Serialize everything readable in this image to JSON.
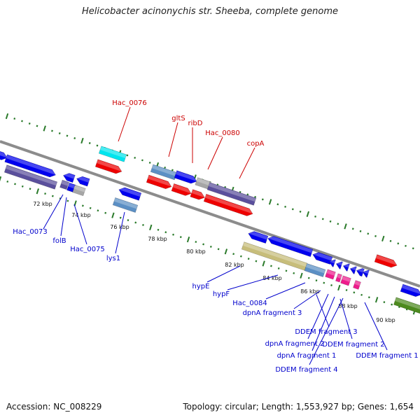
{
  "title": "Helicobacter acinonychis str. Sheeba, complete genome",
  "footer": {
    "accession": "Accession: NC_008229",
    "summary": "Topology: circular; Length: 1,553,927 bp; Genes: 1,654"
  },
  "colors": {
    "backbone": "#8c8c8c",
    "tick": "#2a7a2a",
    "forward_label": "#cc0000",
    "reverse_label": "#0000cc",
    "cds_blue": "#0000ee",
    "cds_red": "#ee0000",
    "cds_cyan": "#00e5ee",
    "cds_steel": "#5b8fc4",
    "cds_slate": "#5a4f9c",
    "cds_khaki": "#c7bd7a",
    "cds_magenta": "#ee1c8c",
    "cds_olive": "#4d8a1e",
    "cds_gray": "#a6a6a6"
  },
  "scale_labels": [
    "72 kbp",
    "74 kbp",
    "76 kbp",
    "78 kbp",
    "80 kbp",
    "82 kbp",
    "84 kbp",
    "86 kbp",
    "88 kbp",
    "90 kbp"
  ],
  "forward_labels": [
    "Hac_0076",
    "gltS",
    "ribD",
    "Hac_0080",
    "copA"
  ],
  "reverse_labels": [
    "Hac_0073",
    "folB",
    "Hac_0075",
    "lys1",
    "hypE",
    "hypF",
    "Hac_0084",
    "dpnA fragment 3",
    "DDEM fragment 3",
    "dpnA fragment 2",
    "DDEM fragment 2",
    "dpnA fragment 1",
    "DDEM fragment 1",
    "DDEM fragment 4"
  ]
}
